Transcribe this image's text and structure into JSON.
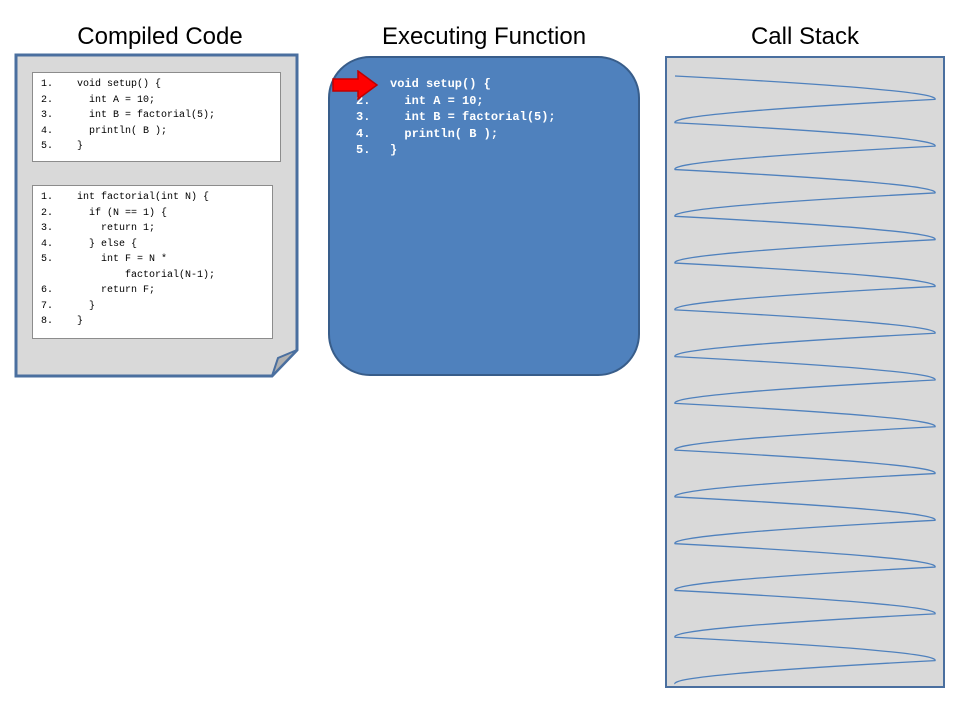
{
  "headings": {
    "compiled_code": "Compiled Code",
    "executing_function": "Executing Function",
    "call_stack": "Call Stack"
  },
  "compiled_code": {
    "setup_function": [
      {
        "num": "1.",
        "text": "void setup() {"
      },
      {
        "num": "2.",
        "text": "  int A = 10;"
      },
      {
        "num": "3.",
        "text": "  int B = factorial(5);"
      },
      {
        "num": "4.",
        "text": "  println( B );"
      },
      {
        "num": "5.",
        "text": "}"
      }
    ],
    "factorial_function": [
      {
        "num": "1.",
        "text": "int factorial(int N) {"
      },
      {
        "num": "2.",
        "text": "  if (N == 1) {"
      },
      {
        "num": "3.",
        "text": "    return 1;"
      },
      {
        "num": "4.",
        "text": "  } else {"
      },
      {
        "num": "5.",
        "text": "    int F = N *"
      },
      {
        "num": "",
        "text": "        factorial(N-1);"
      },
      {
        "num": "6.",
        "text": "    return F;"
      },
      {
        "num": "7.",
        "text": "  }"
      },
      {
        "num": "8.",
        "text": "}"
      }
    ]
  },
  "executing_function": {
    "current_line": 1,
    "lines": [
      {
        "num": "",
        "text": "void setup() {"
      },
      {
        "num": "2.",
        "text": "  int A = 10;"
      },
      {
        "num": "3.",
        "text": "  int B = factorial(5);"
      },
      {
        "num": "4.",
        "text": "  println( B );"
      },
      {
        "num": "5.",
        "text": "}"
      }
    ]
  },
  "colors": {
    "panel_blue": "#4f81bd",
    "panel_blue_border": "#385d8a",
    "stack_gray": "#d9d9d9",
    "arrow_red": "#ff0000",
    "document_gray": "#d9d9d9"
  }
}
